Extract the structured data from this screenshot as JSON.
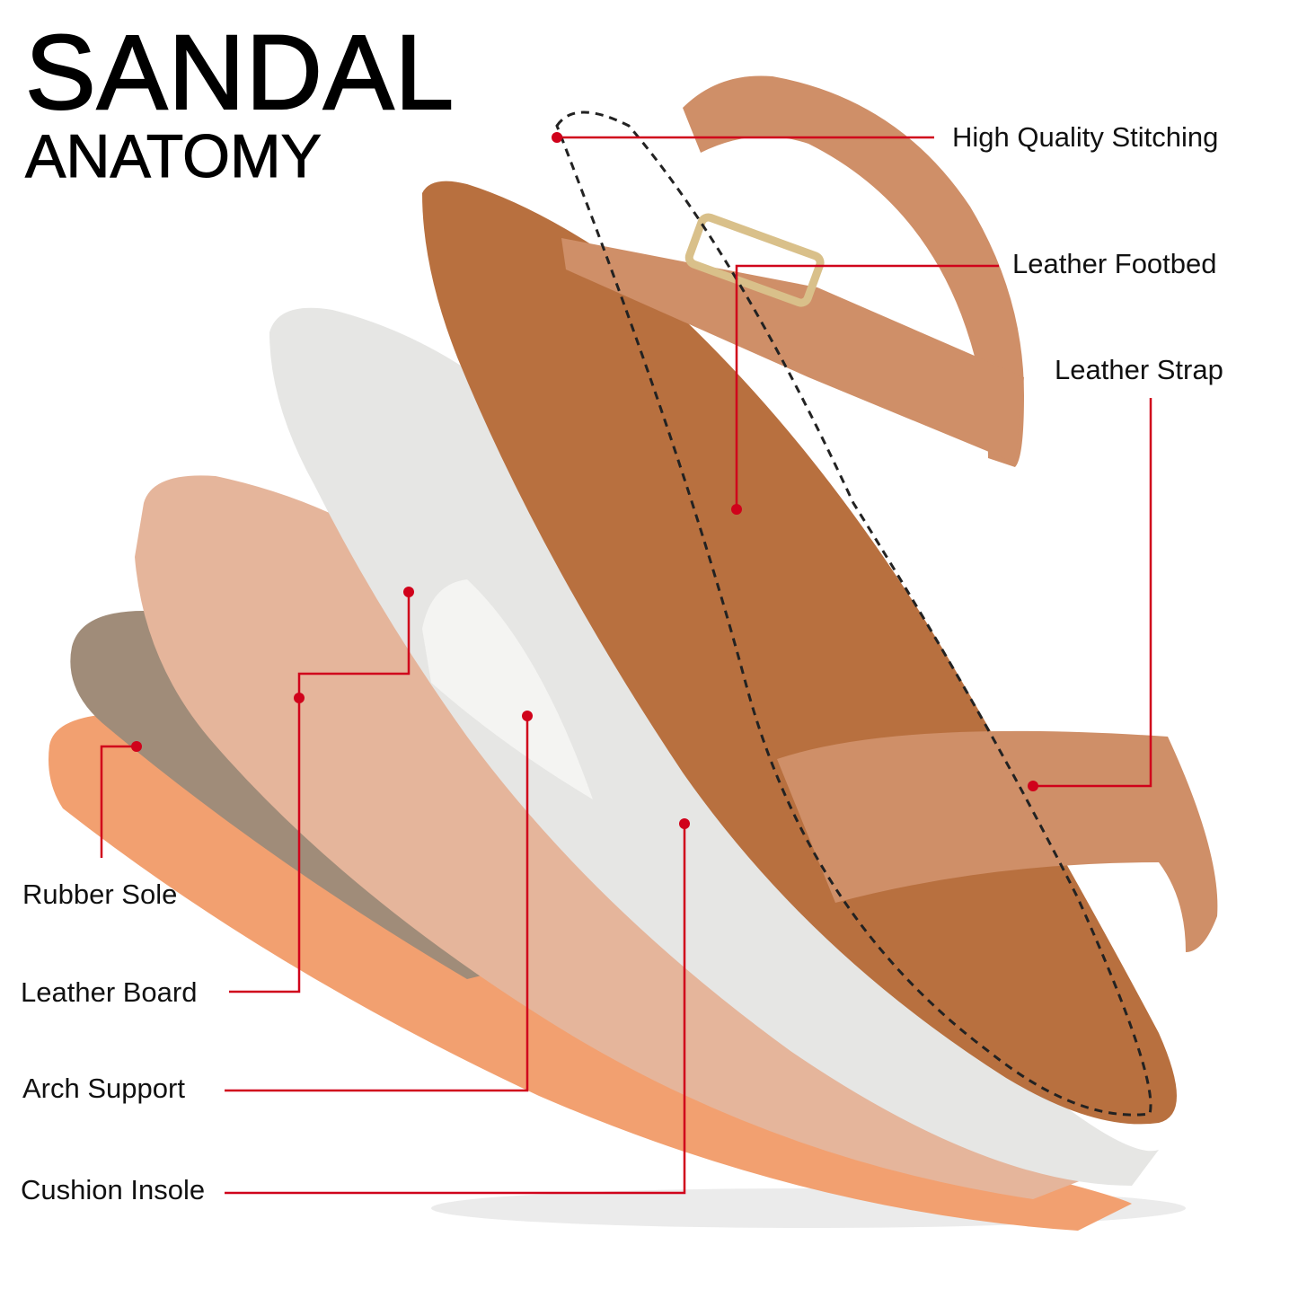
{
  "header": {
    "title": "SANDAL",
    "subtitle": "ANATOMY"
  },
  "callouts": [
    {
      "id": "stitching",
      "label": "High Quality Stitching"
    },
    {
      "id": "footbed",
      "label": "Leather Footbed"
    },
    {
      "id": "strap",
      "label": "Leather Strap"
    },
    {
      "id": "rubber-sole",
      "label": "Rubber Sole"
    },
    {
      "id": "leather-board",
      "label": "Leather Board"
    },
    {
      "id": "arch-support",
      "label": "Arch Support"
    },
    {
      "id": "cushion-insole",
      "label": "Cushion Insole"
    }
  ],
  "colors": {
    "callout": "#d0021b",
    "footbed": "#b8703f",
    "strap": "#cf8f68",
    "cushion": "#e6e6e4",
    "cork": "#e5b59b",
    "board": "#a08c79",
    "sole": "#f2a070"
  }
}
